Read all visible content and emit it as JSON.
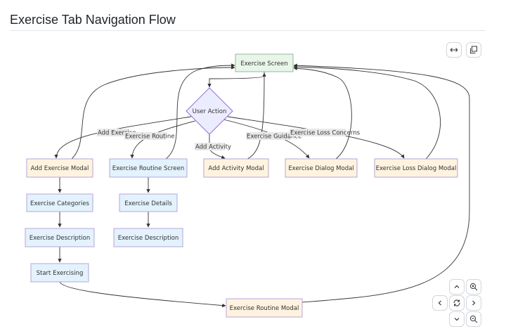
{
  "page": {
    "title": "Exercise Tab Navigation Flow"
  },
  "diagram": {
    "nodes": {
      "exercise_screen": "Exercise Screen",
      "user_action": "User Action",
      "add_exercise_modal": "Add Exercise Modal",
      "exercise_routine_screen": "Exercise Routine Screen",
      "add_activity_modal": "Add Activity Modal",
      "exercise_dialog_modal": "Exercise Dialog Modal",
      "exercise_loss_dialog_modal": "Exercise Loss Dialog Modal",
      "exercise_categories": "Exercise Categories",
      "exercise_details": "Exercise Details",
      "exercise_description_1": "Exercise Description",
      "exercise_description_2": "Exercise Description",
      "start_exercising": "Start Exercising",
      "exercise_routine_modal": "Exercise Routine Modal"
    },
    "edge_labels": {
      "add_exercise": "Add Exercise",
      "exercise_routine": "Exercise Routine",
      "add_activity": "Add Activity",
      "exercise_guidance": "Exercise Guidance",
      "exercise_loss_concerns": "Exercise Loss Concerns"
    }
  },
  "colors": {
    "screen_fill": "#e8f5e9",
    "decision_fill": "#ececff",
    "decision_stroke": "#9370db",
    "modal_fill": "#fff3e0",
    "step_fill": "#e3f2fd",
    "node_stroke": "#b4a7d6",
    "edge": "#333333"
  },
  "controls": {
    "expand_icon": "expand-horizontal-icon",
    "copy_icon": "copy-icon",
    "pan_up_icon": "chevron-up-icon",
    "zoom_in_icon": "zoom-in-icon",
    "pan_left_icon": "chevron-left-icon",
    "reset_icon": "reset-icon",
    "pan_right_icon": "chevron-right-icon",
    "pan_down_icon": "chevron-down-icon",
    "zoom_out_icon": "zoom-out-icon"
  }
}
